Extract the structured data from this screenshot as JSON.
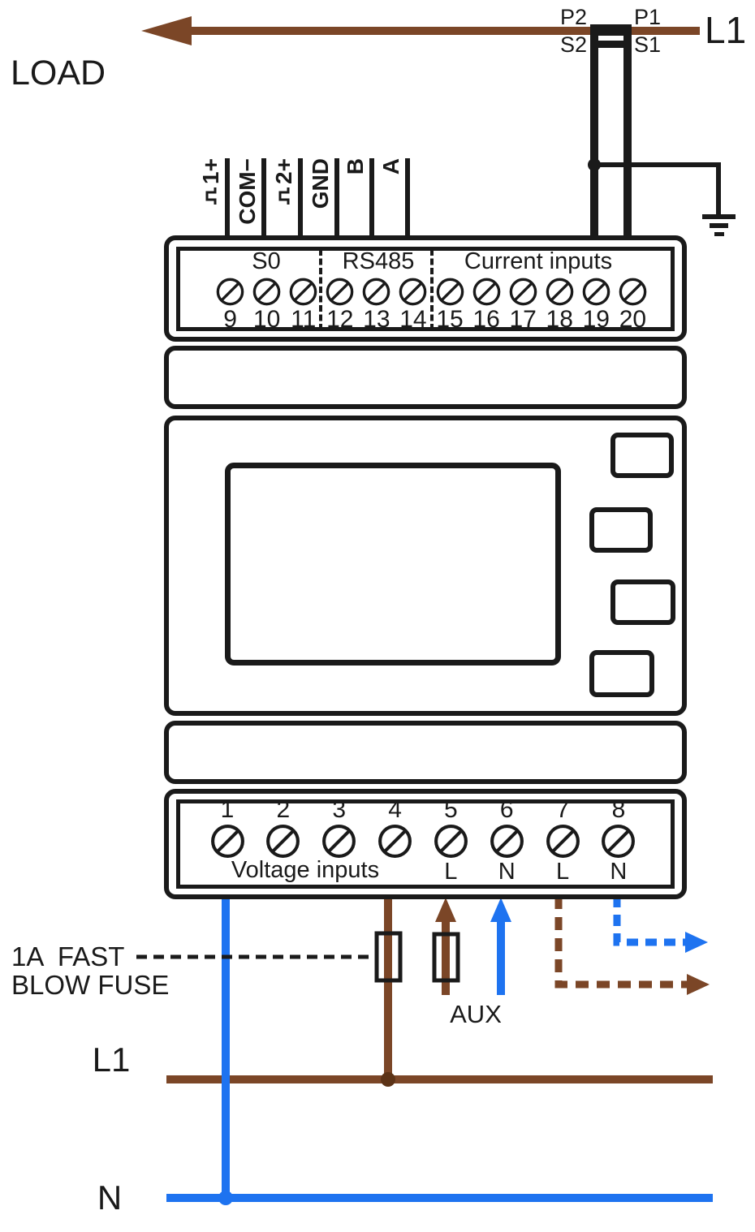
{
  "colors": {
    "wire_brown": "#7B4627",
    "wire_blue": "#1E73F0",
    "ink_black": "#1A1A1A",
    "junction_dot_brown": "#5C3317"
  },
  "top": {
    "load_label": "LOAD",
    "line_label": "L1",
    "ct_labels": {
      "p2": "P2",
      "p1": "P1",
      "s2": "S2",
      "s1": "S1"
    }
  },
  "signal_labels": [
    {
      "id": "pulse-output-1",
      "text": "1+",
      "pulse_icon": true
    },
    {
      "id": "com",
      "text": "COM−",
      "pulse_icon": false
    },
    {
      "id": "pulse-output-2",
      "text": "2+",
      "pulse_icon": true
    },
    {
      "id": "gnd",
      "text": "GND",
      "pulse_icon": false
    },
    {
      "id": "rs485-b",
      "text": "B",
      "pulse_icon": false
    },
    {
      "id": "rs485-a",
      "text": "A",
      "pulse_icon": false
    }
  ],
  "meter": {
    "top_block": {
      "sections": [
        {
          "label": "S0"
        },
        {
          "label": "RS485"
        },
        {
          "label": "Current inputs"
        }
      ],
      "terminals": [
        "9",
        "10",
        "11",
        "12",
        "13",
        "14",
        "15",
        "16",
        "17",
        "18",
        "19",
        "20"
      ]
    },
    "bottom_block": {
      "group_label": "Voltage inputs",
      "terminals": [
        {
          "number": "1",
          "label": ""
        },
        {
          "number": "2",
          "label": ""
        },
        {
          "number": "3",
          "label": ""
        },
        {
          "number": "4",
          "label": ""
        },
        {
          "number": "5",
          "label": "L"
        },
        {
          "number": "6",
          "label": "N"
        },
        {
          "number": "7",
          "label": "L"
        },
        {
          "number": "8",
          "label": "N"
        }
      ]
    }
  },
  "bottom": {
    "fuse_note_line1": "1A  FAST",
    "fuse_note_line2": "BLOW FUSE",
    "aux_label": "AUX",
    "l1_bus_label": "L1",
    "n_bus_label": "N"
  }
}
